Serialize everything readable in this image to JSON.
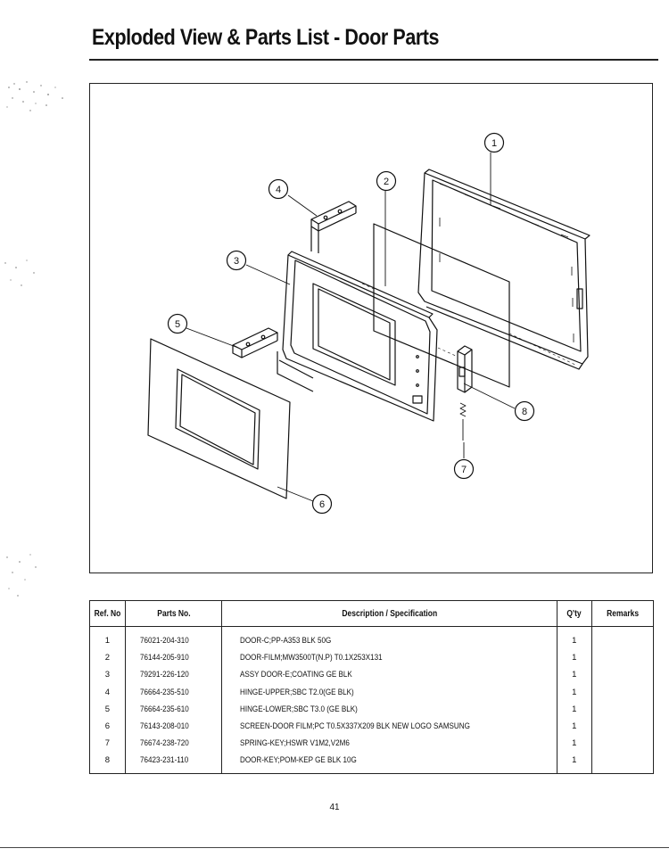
{
  "page": {
    "title": "Exploded View & Parts List - Door Parts",
    "page_number": "41"
  },
  "diagram": {
    "callouts": [
      "1",
      "2",
      "3",
      "4",
      "5",
      "6",
      "7",
      "8"
    ]
  },
  "table": {
    "headers": {
      "ref": "Ref. No",
      "part": "Parts No.",
      "desc": "Description / Specification",
      "qty": "Q'ty",
      "remarks": "Remarks"
    },
    "rows": [
      {
        "ref": "1",
        "part": "76021-204-310",
        "desc": "DOOR-C;PP-A353 BLK 50G",
        "qty": "1",
        "remarks": ""
      },
      {
        "ref": "2",
        "part": "76144-205-910",
        "desc": "DOOR-FILM;MW3500T(N.P) T0.1X253X131",
        "qty": "1",
        "remarks": ""
      },
      {
        "ref": "3",
        "part": "79291-226-120",
        "desc": "ASSY DOOR-E;COATING GE BLK",
        "qty": "1",
        "remarks": ""
      },
      {
        "ref": "4",
        "part": "76664-235-510",
        "desc": "HINGE-UPPER;SBC T2.0(GE BLK)",
        "qty": "1",
        "remarks": ""
      },
      {
        "ref": "5",
        "part": "76664-235-610",
        "desc": "HINGE-LOWER;SBC T3.0 (GE BLK)",
        "qty": "1",
        "remarks": ""
      },
      {
        "ref": "6",
        "part": "76143-208-010",
        "desc": "SCREEN-DOOR FILM;PC T0.5X337X209 BLK NEW LOGO SAMSUNG",
        "qty": "1",
        "remarks": ""
      },
      {
        "ref": "7",
        "part": "76674-238-720",
        "desc": "SPRING-KEY;HSWR V1M2,V2M6",
        "qty": "1",
        "remarks": ""
      },
      {
        "ref": "8",
        "part": "76423-231-110",
        "desc": "DOOR-KEY;POM-KEP GE BLK 10G",
        "qty": "1",
        "remarks": ""
      }
    ]
  }
}
